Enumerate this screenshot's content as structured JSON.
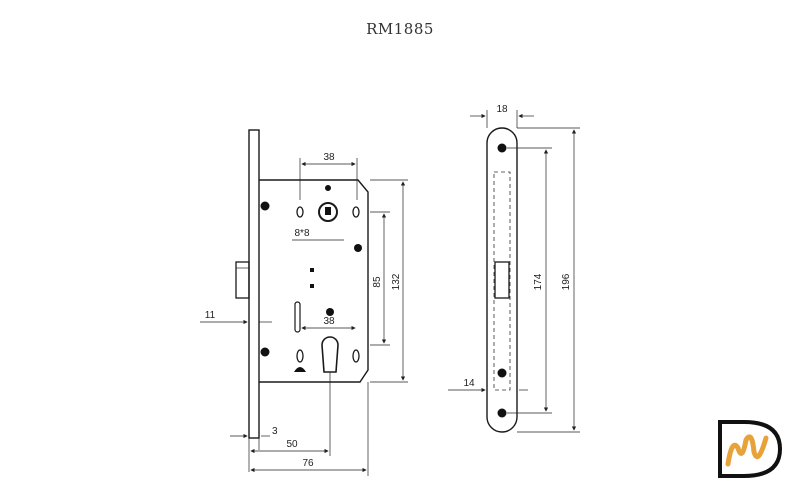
{
  "title": "RM1885",
  "left_view": {
    "dims": {
      "d38_top": "38",
      "d8x8": "8*8",
      "d85": "85",
      "d132": "132",
      "d11": "11",
      "d38_bottom": "38",
      "d3": "3",
      "d50": "50",
      "d76": "76"
    }
  },
  "right_view": {
    "dims": {
      "d18": "18",
      "d174": "174",
      "d196": "196",
      "d14": "14"
    }
  },
  "logo": {
    "color": "#e8a23a",
    "ink": "#111111"
  }
}
